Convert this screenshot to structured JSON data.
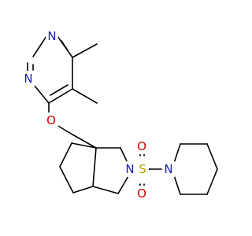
{
  "molecule": {
    "colors": {
      "bond": "#000000",
      "N": "#1a1ab3",
      "O": "#d40000",
      "S": "#b3a100"
    },
    "atoms": {
      "n_pyrimidine_top": "N",
      "n_pyrimidine_left": "N",
      "o_ether": "O",
      "n_bicyclic": "N",
      "s_sulfonyl": "S",
      "o_sulfonyl_top": "O",
      "o_sulfonyl_bottom": "O",
      "n_pyrrolidine": "N"
    }
  }
}
